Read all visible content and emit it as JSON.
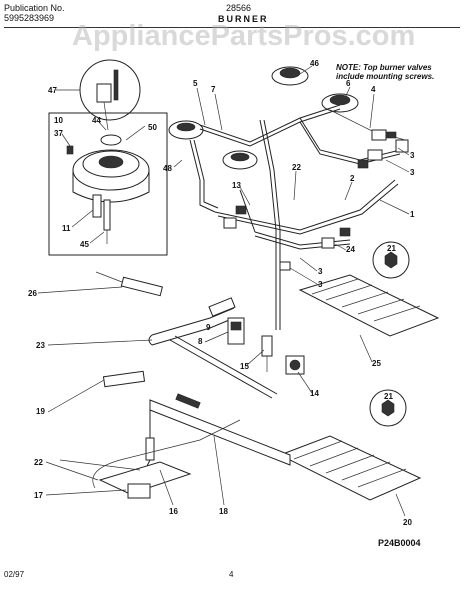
{
  "header": {
    "publication_label": "Publication No.",
    "publication_number": "5995283969",
    "model": "28566",
    "section_title": "BURNER"
  },
  "watermark": "AppliancePartsPros.com",
  "note": "NOTE: Top burner valves include mounting screws.",
  "diagram_code": "P24B0004",
  "footer": {
    "date": "02/97",
    "page": "4"
  },
  "callouts": [
    "47",
    "44",
    "50",
    "37",
    "11",
    "45",
    "10",
    "46",
    "5",
    "7",
    "6",
    "4",
    "48",
    "22",
    "13",
    "2",
    "3",
    "3",
    "1",
    "21",
    "24",
    "3",
    "26",
    "8",
    "23",
    "15",
    "14",
    "25",
    "21",
    "19",
    "22",
    "17",
    "16",
    "18",
    "20",
    "3",
    "9"
  ]
}
